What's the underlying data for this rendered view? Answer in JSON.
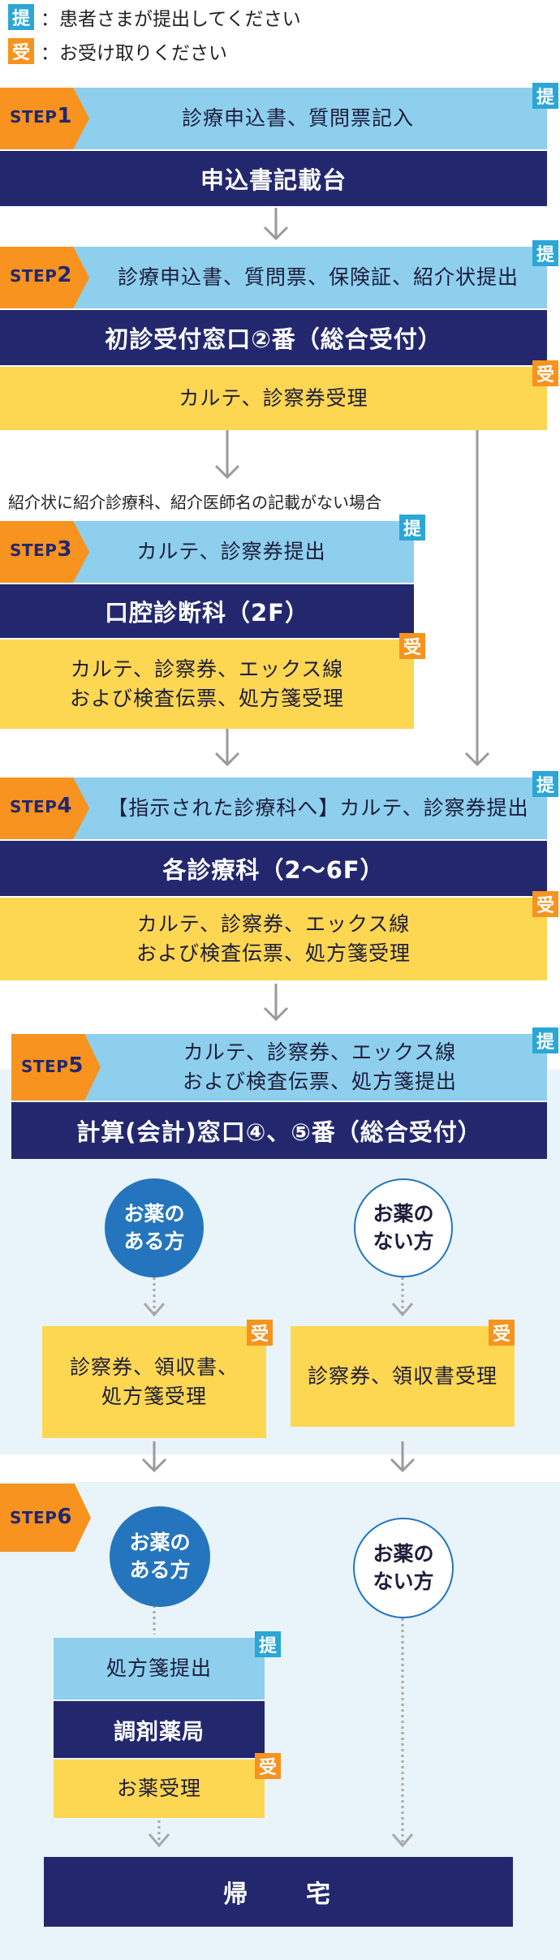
{
  "legend": {
    "submit_mark": "提",
    "submit_text": "：患者さまが提出してください",
    "receive_mark": "受",
    "receive_text": "：お受け取りください"
  },
  "tags": {
    "submit": "提",
    "receive": "受"
  },
  "step1": {
    "label": "STEP",
    "num": "1",
    "action": "診療申込書、質問票記入",
    "place": "申込書記載台"
  },
  "step2": {
    "label": "STEP",
    "num": "2",
    "action": "診療申込書、質問票、保険証、紹介状提出",
    "place": "初診受付窓口②番（総合受付）",
    "receive": "カルテ、診察券受理"
  },
  "step3": {
    "note": "紹介状に紹介診療科、紹介医師名の記載がない場合",
    "label": "STEP",
    "num": "3",
    "action": "カルテ、診察券提出",
    "place": "口腔診断科（2F）",
    "receive_line1": "カルテ、診察券、エックス線",
    "receive_line2": "および検査伝票、処方箋受理"
  },
  "step4": {
    "label": "STEP",
    "num": "4",
    "action": "【指示された診療科へ】カルテ、診察券提出",
    "place": "各診療科（2～6F）",
    "receive_line1": "カルテ、診察券、エックス線",
    "receive_line2": "および検査伝票、処方箋受理"
  },
  "step5": {
    "label": "STEP",
    "num": "5",
    "action_line1": "カルテ、診察券、エックス線",
    "action_line2": "および検査伝票、処方箋提出",
    "place": "計算(会計)窓口④、⑤番（総合受付）",
    "with_med_line1": "お薬の",
    "with_med_line2": "ある方",
    "without_med_line1": "お薬の",
    "without_med_line2": "ない方",
    "left_receive_line1": "診察券、領収書、",
    "left_receive_line2": "処方箋受理",
    "right_receive": "診察券、領収書受理"
  },
  "step6": {
    "label": "STEP",
    "num": "6",
    "with_med_line1": "お薬の",
    "with_med_line2": "ある方",
    "without_med_line1": "お薬の",
    "without_med_line2": "ない方",
    "submit": "処方箋提出",
    "place": "調剤薬局",
    "receive": "お薬受理",
    "home": "帰　　宅"
  },
  "colors": {
    "navy": "#23286e",
    "light_blue": "#8ecfee",
    "yellow": "#fdd652",
    "orange": "#f7931e",
    "tag_blue": "#2aa6d7",
    "circle_blue": "#2475bd",
    "panel_bg": "#e8f4f9"
  }
}
